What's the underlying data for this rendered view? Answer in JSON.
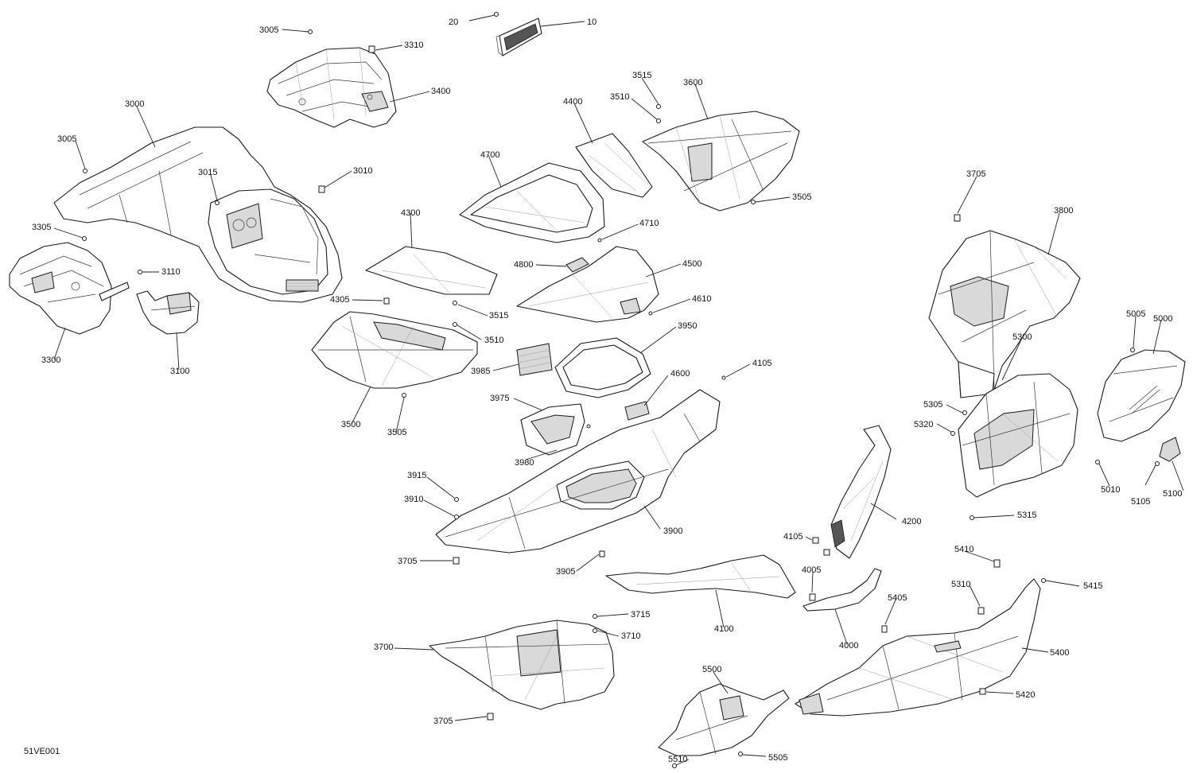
{
  "figure_code": "51VE001",
  "callouts": [
    {
      "label": "20"
    },
    {
      "label": "10"
    },
    {
      "label": "3005"
    },
    {
      "label": "3310"
    },
    {
      "label": "3400"
    },
    {
      "label": "3000"
    },
    {
      "label": "3005"
    },
    {
      "label": "3015"
    },
    {
      "label": "3010"
    },
    {
      "label": "3305"
    },
    {
      "label": "3110"
    },
    {
      "label": "3300"
    },
    {
      "label": "3100"
    },
    {
      "label": "3515"
    },
    {
      "label": "3510"
    },
    {
      "label": "3600"
    },
    {
      "label": "4400"
    },
    {
      "label": "4700"
    },
    {
      "label": "3505"
    },
    {
      "label": "4300"
    },
    {
      "label": "4710"
    },
    {
      "label": "4800"
    },
    {
      "label": "4500"
    },
    {
      "label": "4305"
    },
    {
      "label": "3515"
    },
    {
      "label": "4610"
    },
    {
      "label": "3510"
    },
    {
      "label": "3950"
    },
    {
      "label": "3985"
    },
    {
      "label": "3500"
    },
    {
      "label": "3505"
    },
    {
      "label": "4600"
    },
    {
      "label": "4105"
    },
    {
      "label": "3975"
    },
    {
      "label": "3980"
    },
    {
      "label": "3915"
    },
    {
      "label": "3910"
    },
    {
      "label": "3900"
    },
    {
      "label": "3705"
    },
    {
      "label": "3905"
    },
    {
      "label": "3705"
    },
    {
      "label": "3800"
    },
    {
      "label": "5005"
    },
    {
      "label": "5000"
    },
    {
      "label": "5300"
    },
    {
      "label": "5305"
    },
    {
      "label": "5320"
    },
    {
      "label": "5010"
    },
    {
      "label": "5105"
    },
    {
      "label": "5100"
    },
    {
      "label": "5315"
    },
    {
      "label": "4200"
    },
    {
      "label": "4105"
    },
    {
      "label": "5410"
    },
    {
      "label": "4005"
    },
    {
      "label": "5310"
    },
    {
      "label": "5415"
    },
    {
      "label": "5405"
    },
    {
      "label": "4100"
    },
    {
      "label": "4000"
    },
    {
      "label": "3715"
    },
    {
      "label": "3710"
    },
    {
      "label": "3700"
    },
    {
      "label": "5400"
    },
    {
      "label": "5500"
    },
    {
      "label": "5420"
    },
    {
      "label": "3705"
    },
    {
      "label": "5505"
    },
    {
      "label": "5510"
    }
  ]
}
